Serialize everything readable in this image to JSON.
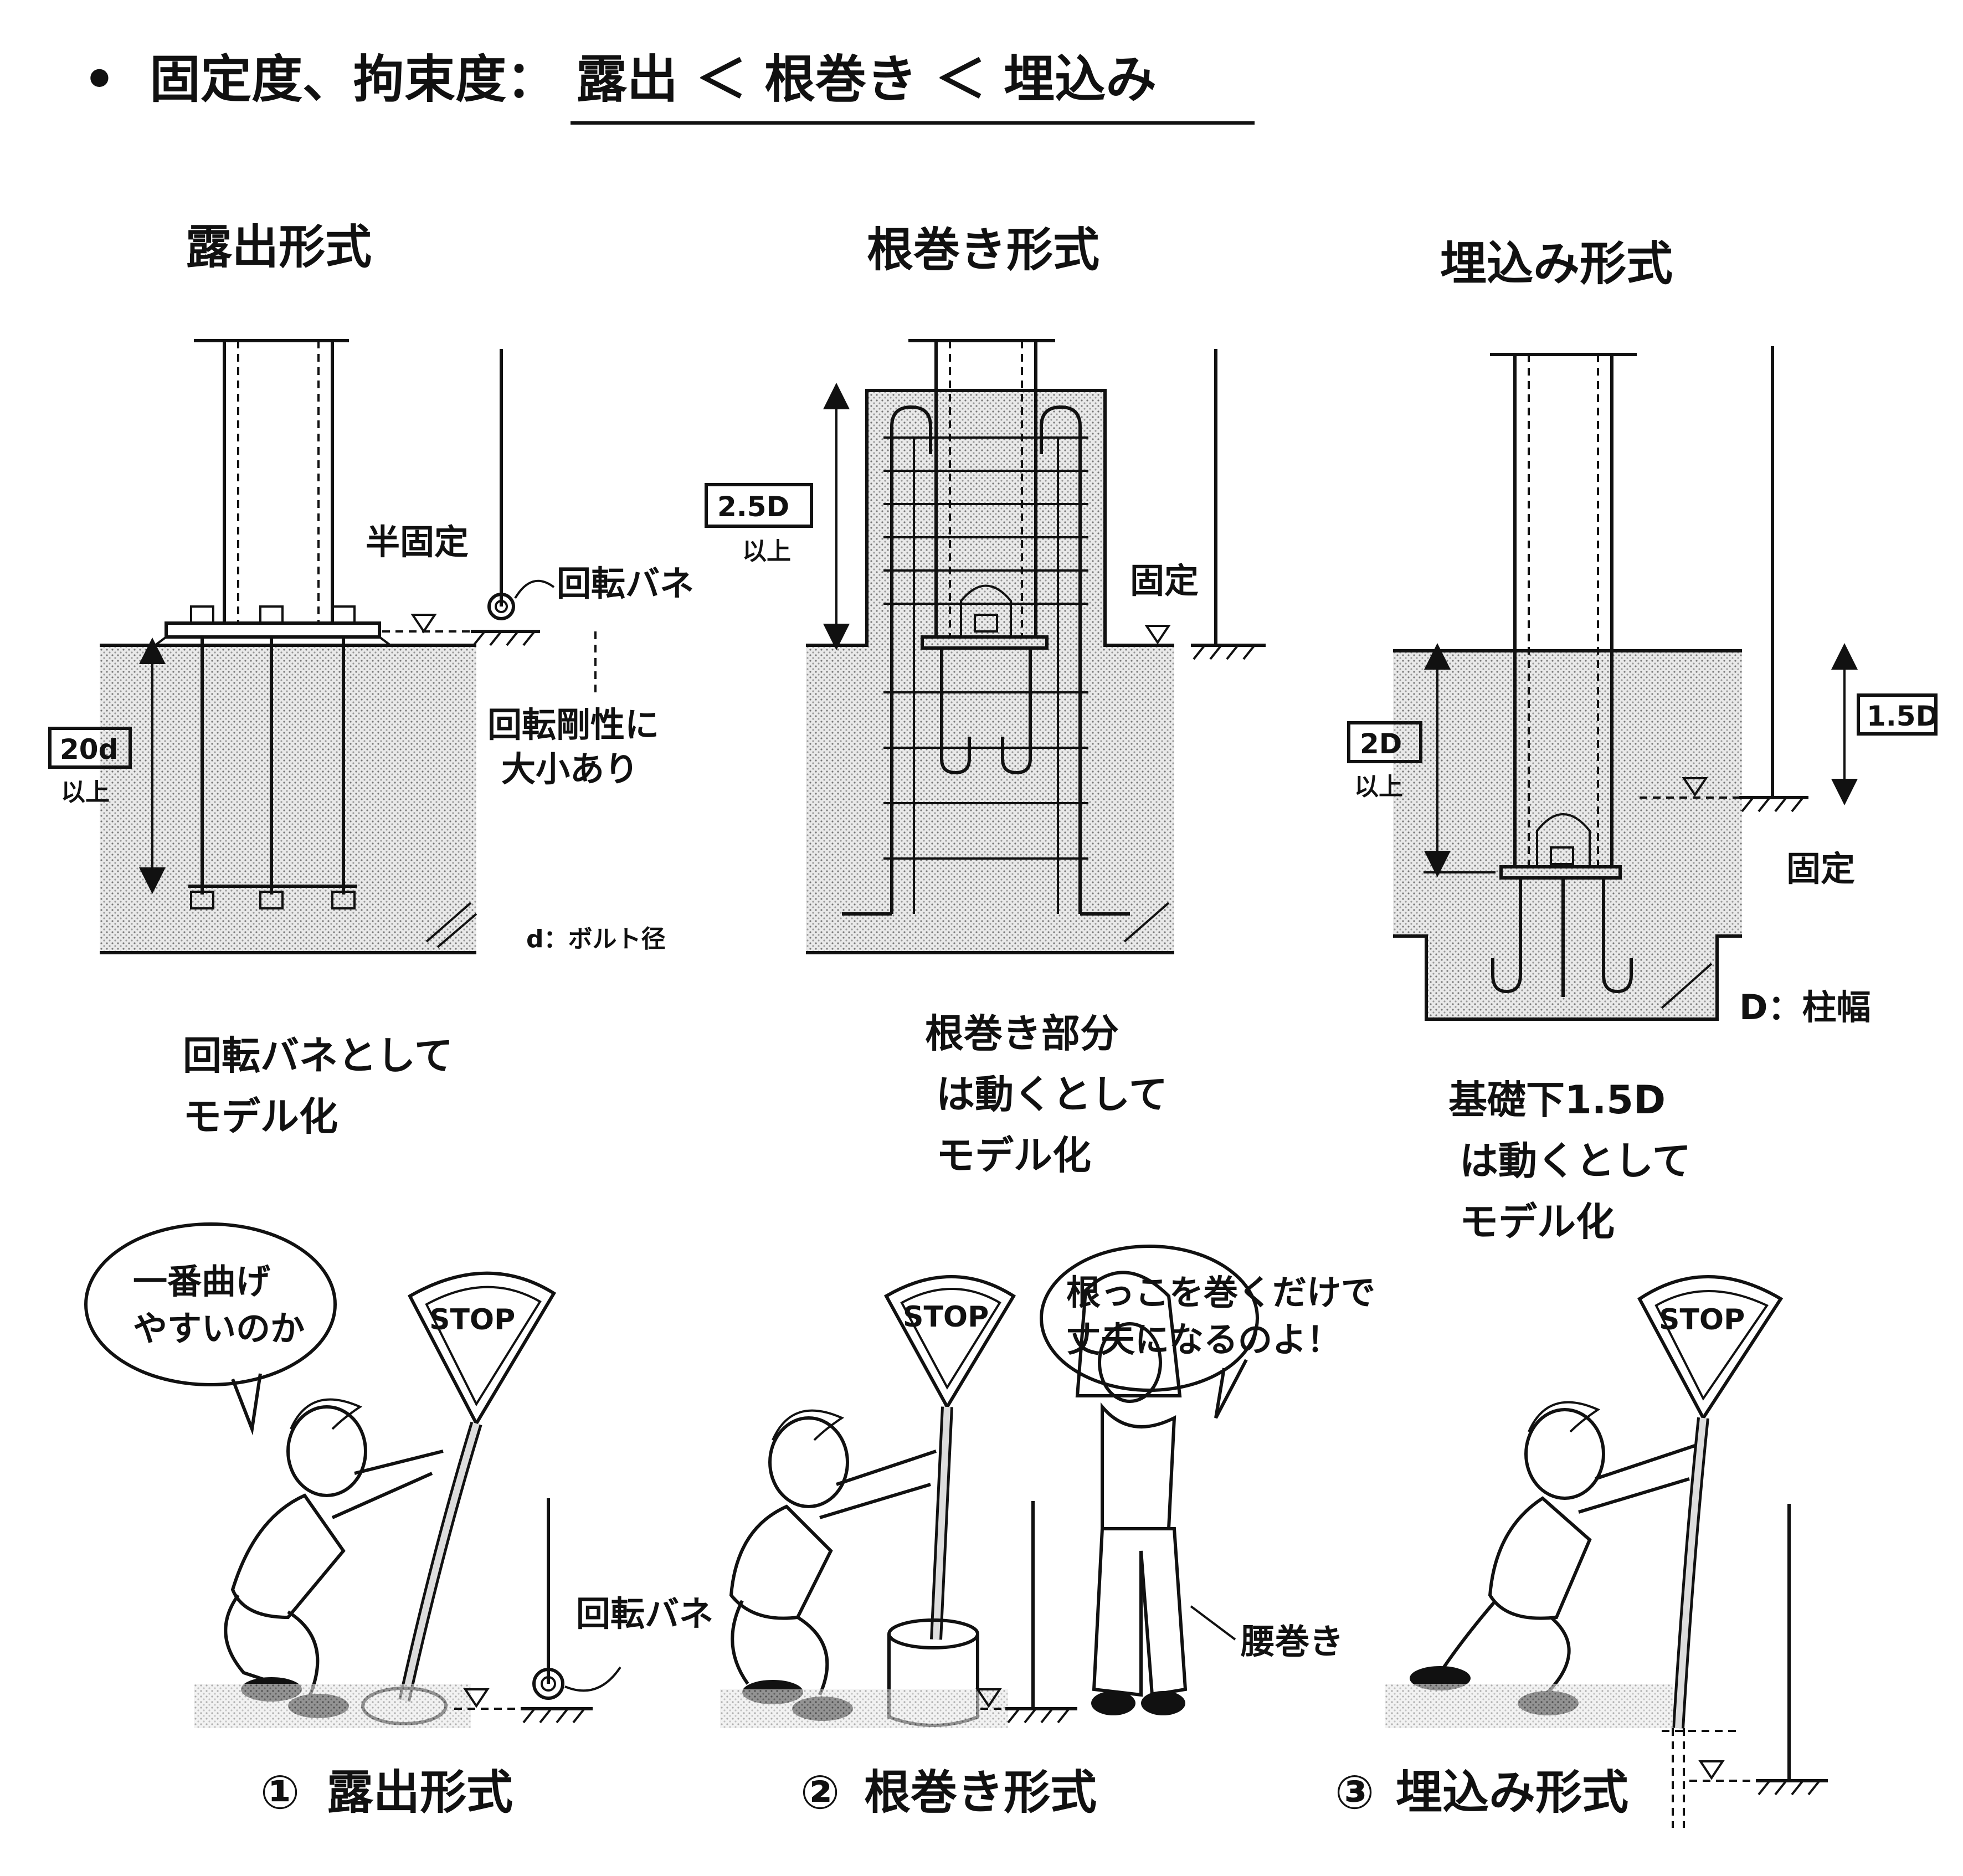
{
  "header": {
    "bullet": "•",
    "lead": "固定度、拘束度：",
    "sequence": "露出 ＜ 根巻き ＜ 埋込み"
  },
  "diagrams": [
    {
      "title": "露出形式",
      "rating": "半固定",
      "spring": "回転バネ",
      "stiffness_note": [
        "回転剛性に",
        "大小あり"
      ],
      "dimension": "20d",
      "dimension_suffix": "以上",
      "legend": "d：ボルト径",
      "model_note": [
        "回転バネとして",
        "モデル化"
      ]
    },
    {
      "title": "根巻き形式",
      "rating": "固定",
      "dimension": "2.5D",
      "dimension_suffix": "以上",
      "model_note": [
        "根巻き部分",
        "は動くとして",
        "モデル化"
      ]
    },
    {
      "title": "埋込み形式",
      "rating": "固定",
      "dimension": "2D",
      "dimension_suffix": "以上",
      "dimension_right": "1.5D",
      "legend": "D：柱幅",
      "model_note": [
        "基礎下1.5D",
        "は動くとして",
        "モデル化"
      ]
    }
  ],
  "cartoons": {
    "sign_text": "STOP",
    "bubble_left": [
      "一番曲げ",
      "やすいのか"
    ],
    "bubble_right": [
      "根っこを巻くだけで",
      "丈夫になるのよ！"
    ],
    "spring_label": "回転バネ",
    "belt_label": "腰巻き",
    "captions": [
      {
        "num": "①",
        "text": "露出形式"
      },
      {
        "num": "②",
        "text": "根巻き形式"
      },
      {
        "num": "③",
        "text": "埋込み形式"
      }
    ]
  }
}
